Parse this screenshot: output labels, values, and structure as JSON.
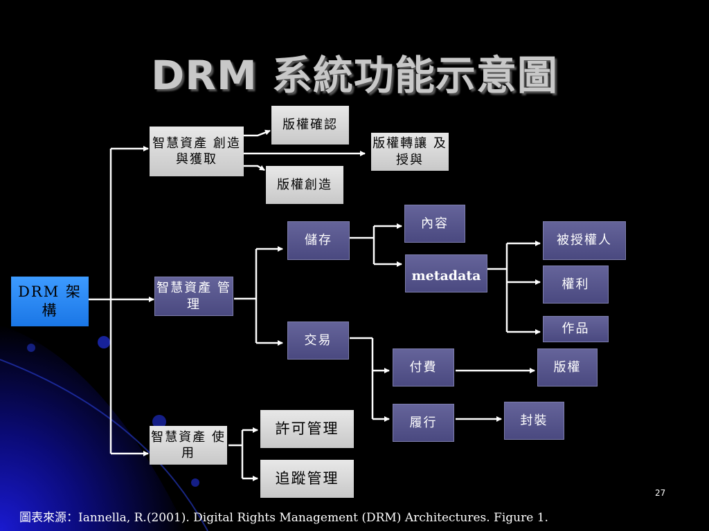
{
  "slide": {
    "title": "DRM 系統功能示意圖",
    "page_number": "27",
    "source": "圖表來源：Iannella, R.(2001). Digital Rights Management (DRM) Architectures. Figure 1."
  },
  "diagram": {
    "root": "DRM 架構",
    "creation": {
      "label": "智慧資產 創造與獲取",
      "children": [
        "版權確認",
        "版權轉讓 及授與",
        "版權創造"
      ]
    },
    "management": {
      "label": "智慧資產 管理",
      "storage": "儲存",
      "content": "內容",
      "metadata": "metadata",
      "metadata_children": [
        "被授權人",
        "權利",
        "作品"
      ],
      "trade": "交易",
      "payment": "付費",
      "payment_target": "版權",
      "fulfillment": "履行",
      "fulfillment_target": "封裝"
    },
    "usage": {
      "label": "智慧資產 使用",
      "children": [
        "許可管理",
        "追蹤管理"
      ]
    }
  },
  "colors": {
    "background": "#000000",
    "root_box": "#2a8cf5",
    "grey_box": "#d6d6d6",
    "purple_box": "#56558c",
    "connector": "#ffffff"
  }
}
